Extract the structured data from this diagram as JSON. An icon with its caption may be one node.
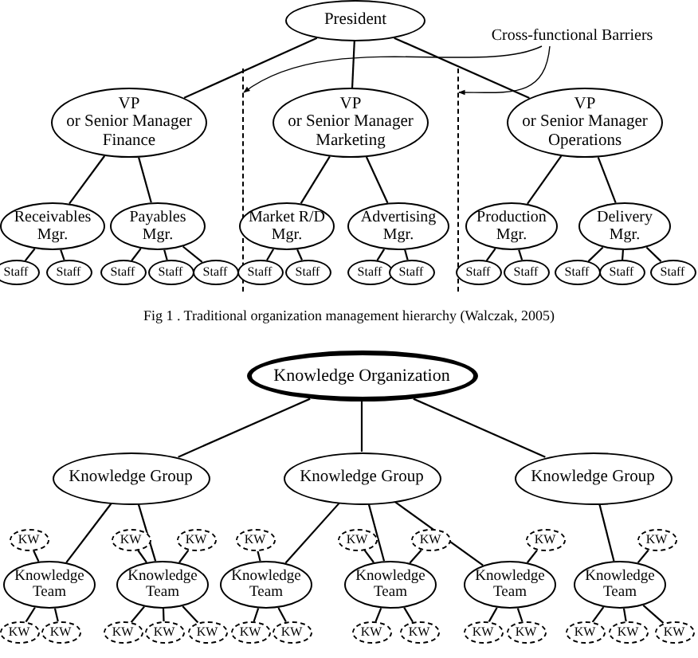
{
  "diagram": {
    "caption": "Fig 1 . Traditional organization management hierarchy (Walczak, 2005)",
    "nodes": [
      {
        "text": [
          "President"
        ]
      },
      {
        "text": [
          "Cross-functional Barriers"
        ]
      },
      {
        "text": [],
        "shape": "line"
      },
      {
        "text": [],
        "shape": "line"
      },
      {
        "text": [
          "VP or Senior Manager Finance"
        ]
      },
      {
        "text": [
          "VP or Senior Manager Marketing"
        ]
      },
      {
        "text": [
          "VP or Senior Manager Operations"
        ]
      },
      {
        "text": [
          "Receivables Mgr."
        ]
      },
      {
        "text": [
          "Payables Mgr."
        ]
      },
      {
        "text": [
          "Market R/D Mgr."
        ]
      },
      {
        "text": [
          "Advertising Mgr."
        ]
      },
      {
        "text": [
          "Production Mgr."
        ]
      },
      {
        "text": [
          "Delivery Mgr."
        ]
      },
      {
        "text": [
          "Staff"
        ]
      },
      {
        "text": [
          "Staff"
        ]
      },
      {
        "text": [
          "Staff"
        ]
      },
      {
        "text": [
          "Staff"
        ]
      },
      {
        "text": [
          "Staff"
        ]
      },
      {
        "text": [
          "Staff"
        ]
      },
      {
        "text": [
          "Staff"
        ]
      },
      {
        "text": [
          "Staff"
        ]
      },
      {
        "text": [
          "Staff"
        ]
      },
      {
        "text": [
          "Staff"
        ]
      },
      {
        "text": [
          "Staff"
        ]
      },
      {
        "text": [
          "Staff"
        ]
      },
      {
        "text": [
          "Staff"
        ]
      },
      {
        "text": [
          "Staff"
        ]
      },
      {
        "text": [
          "Knowledge Organization"
        ]
      },
      {
        "text": [
          "Knowledge Group"
        ]
      },
      {
        "text": [
          "Knowledge Group"
        ]
      },
      {
        "text": [
          "Knowledge Group"
        ]
      },
      {
        "text": [
          "KW"
        ]
      },
      {
        "text": [
          "KW"
        ]
      },
      {
        "text": [
          "KW"
        ]
      },
      {
        "text": [
          "KW"
        ]
      },
      {
        "text": [
          "KW"
        ]
      },
      {
        "text": [
          "KW"
        ]
      },
      {
        "text": [
          "KW"
        ]
      },
      {
        "text": [
          "KW"
        ]
      },
      {
        "text": [
          "Knowledge Team"
        ]
      },
      {
        "text": [
          "Knowledge Team"
        ]
      },
      {
        "text": [
          "Knowledge Team"
        ]
      },
      {
        "text": [
          "Knowledge Team"
        ]
      },
      {
        "text": [
          "Knowledge Team"
        ]
      },
      {
        "text": [
          "Knowledge Team"
        ]
      },
      {
        "text": [
          "KW"
        ]
      },
      {
        "text": [
          "KW"
        ]
      },
      {
        "text": [
          "KW"
        ]
      },
      {
        "text": [
          "KW"
        ]
      },
      {
        "text": [
          "KW"
        ]
      },
      {
        "text": [
          "KW"
        ]
      },
      {
        "text": [
          "KW"
        ]
      },
      {
        "text": [
          "KW"
        ]
      },
      {
        "text": [
          "KW"
        ]
      },
      {
        "text": [
          "KW"
        ]
      },
      {
        "text": [
          "KW"
        ]
      },
      {
        "text": [
          "KW"
        ]
      },
      {
        "text": [
          "KW"
        ]
      },
      {
        "text": [
          "KW"
        ]
      }
    ],
    "edges": [
      {
        "from": 0,
        "to": 4,
        "arrow": "none"
      },
      {
        "from": 0,
        "to": 5,
        "arrow": "none"
      },
      {
        "from": 0,
        "to": 6,
        "arrow": "none"
      },
      {
        "from": 4,
        "to": 7,
        "arrow": "none"
      },
      {
        "from": 4,
        "to": 8,
        "arrow": "none"
      },
      {
        "from": 5,
        "to": 9,
        "arrow": "none"
      },
      {
        "from": 5,
        "to": 10,
        "arrow": "none"
      },
      {
        "from": 6,
        "to": 11,
        "arrow": "none"
      },
      {
        "from": 6,
        "to": 12,
        "arrow": "none"
      },
      {
        "from": 7,
        "to": 13,
        "arrow": "none"
      },
      {
        "from": 7,
        "to": 14,
        "arrow": "none"
      },
      {
        "from": 8,
        "to": 15,
        "arrow": "none"
      },
      {
        "from": 8,
        "to": 16,
        "arrow": "none"
      },
      {
        "from": 8,
        "to": 17,
        "arrow": "none"
      },
      {
        "from": 9,
        "to": 18,
        "arrow": "none"
      },
      {
        "from": 9,
        "to": 19,
        "arrow": "none"
      },
      {
        "from": 10,
        "to": 20,
        "arrow": "none"
      },
      {
        "from": 10,
        "to": 21,
        "arrow": "none"
      },
      {
        "from": 11,
        "to": 22,
        "arrow": "none"
      },
      {
        "from": 11,
        "to": 23,
        "arrow": "none"
      },
      {
        "from": 12,
        "to": 24,
        "arrow": "none"
      },
      {
        "from": 12,
        "to": 25,
        "arrow": "none"
      },
      {
        "from": 12,
        "to": 26,
        "arrow": "none"
      },
      {
        "from": 1,
        "to": 2,
        "arrow": "to"
      },
      {
        "from": 1,
        "to": 3,
        "arrow": "to"
      },
      {
        "from": 27,
        "to": 28,
        "arrow": "none"
      },
      {
        "from": 27,
        "to": 29,
        "arrow": "none"
      },
      {
        "from": 27,
        "to": 30,
        "arrow": "none"
      },
      {
        "from": 28,
        "to": 39,
        "arrow": "none"
      },
      {
        "from": 28,
        "to": 40,
        "arrow": "none"
      },
      {
        "from": 29,
        "to": 41,
        "arrow": "none"
      },
      {
        "from": 29,
        "to": 42,
        "arrow": "none"
      },
      {
        "from": 29,
        "to": 43,
        "arrow": "none"
      },
      {
        "from": 30,
        "to": 44,
        "arrow": "none"
      },
      {
        "from": 31,
        "to": 39,
        "arrow": "none"
      },
      {
        "from": 32,
        "to": 40,
        "arrow": "none"
      },
      {
        "from": 33,
        "to": 40,
        "arrow": "none"
      },
      {
        "from": 34,
        "to": 41,
        "arrow": "none"
      },
      {
        "from": 35,
        "to": 42,
        "arrow": "none"
      },
      {
        "from": 36,
        "to": 42,
        "arrow": "none"
      },
      {
        "from": 37,
        "to": 43,
        "arrow": "none"
      },
      {
        "from": 38,
        "to": 44,
        "arrow": "none"
      },
      {
        "from": 39,
        "to": 45,
        "arrow": "none"
      },
      {
        "from": 39,
        "to": 46,
        "arrow": "none"
      },
      {
        "from": 40,
        "to": 47,
        "arrow": "none"
      },
      {
        "from": 40,
        "to": 48,
        "arrow": "none"
      },
      {
        "from": 40,
        "to": 49,
        "arrow": "none"
      },
      {
        "from": 41,
        "to": 50,
        "arrow": "none"
      },
      {
        "from": 41,
        "to": 51,
        "arrow": "none"
      },
      {
        "from": 42,
        "to": 52,
        "arrow": "none"
      },
      {
        "from": 42,
        "to": 53,
        "arrow": "none"
      },
      {
        "from": 43,
        "to": 54,
        "arrow": "none"
      },
      {
        "from": 43,
        "to": 55,
        "arrow": "none"
      },
      {
        "from": 44,
        "to": 56,
        "arrow": "none"
      },
      {
        "from": 44,
        "to": 57,
        "arrow": "none"
      },
      {
        "from": 44,
        "to": 58,
        "arrow": "none"
      }
    ]
  }
}
